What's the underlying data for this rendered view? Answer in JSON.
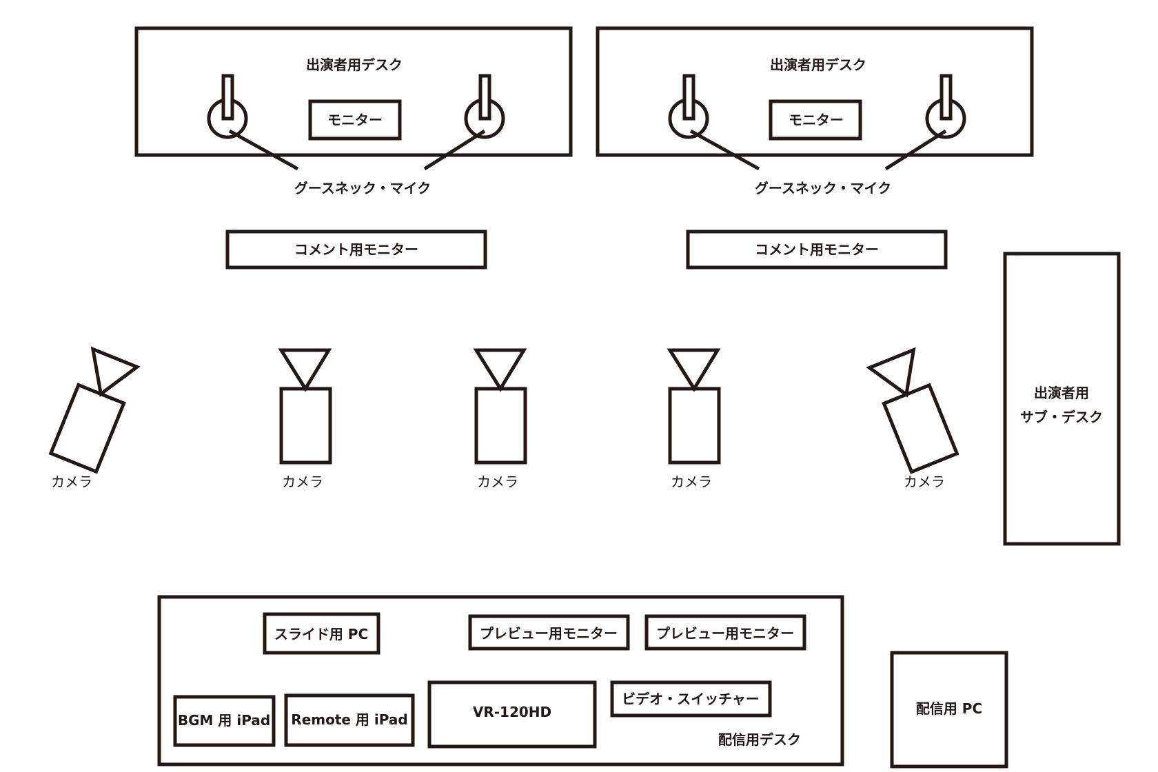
{
  "colors": {
    "stroke": "#231815",
    "background": "#ffffff"
  },
  "performer_desks": [
    {
      "label": "出演者用デスク",
      "monitor": "モニター",
      "mic_label": "グースネック・マイク",
      "comment_monitor": "コメント用モニター"
    },
    {
      "label": "出演者用デスク",
      "monitor": "モニター",
      "mic_label": "グースネック・マイク",
      "comment_monitor": "コメント用モニター"
    }
  ],
  "cameras": [
    "カメラ",
    "カメラ",
    "カメラ",
    "カメラ",
    "カメラ"
  ],
  "sub_desk": {
    "line1": "出演者用",
    "line2": "サブ・デスク"
  },
  "broadcast_desk": {
    "label": "配信用デスク",
    "slide_pc": "スライド用 PC",
    "preview_monitor_1": "プレビュー用モニター",
    "preview_monitor_2": "プレビュー用モニター",
    "bgm_ipad": "BGM 用 iPad",
    "remote_ipad": "Remote 用 iPad",
    "switcher_model": "VR-120HD",
    "video_switcher": "ビデオ・スイッチャー"
  },
  "streaming_pc": "配信用 PC"
}
